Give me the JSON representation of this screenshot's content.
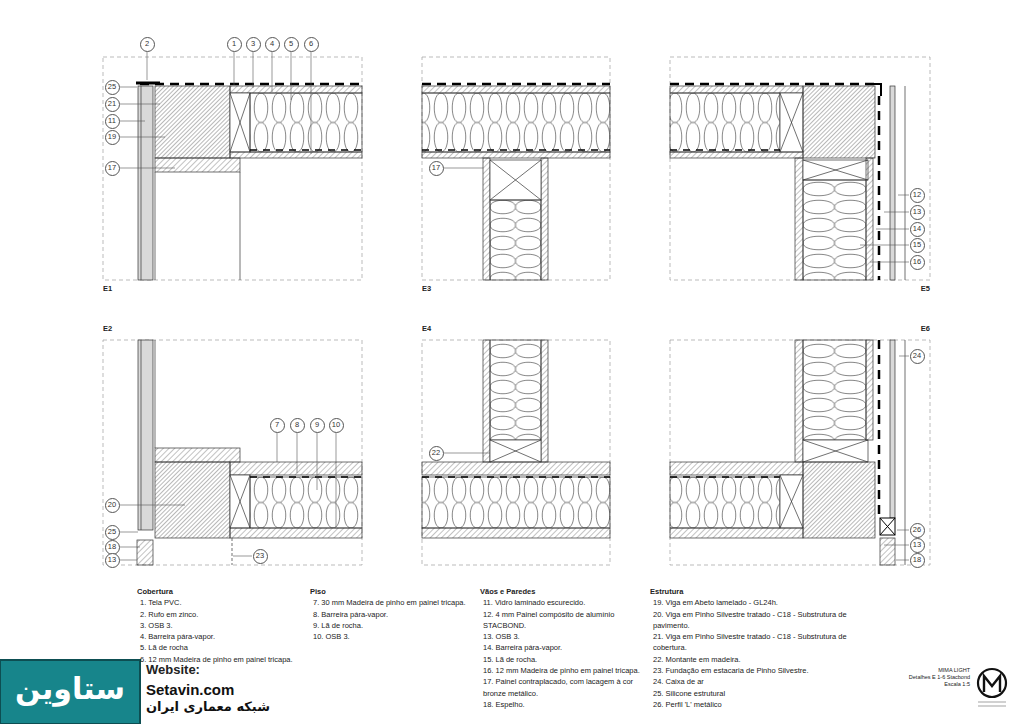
{
  "diagram": {
    "nodes": [
      {
        "text": [
          "2"
        ]
      },
      {
        "text": [
          "1"
        ]
      },
      {
        "text": [
          "3"
        ]
      },
      {
        "text": [
          "4"
        ]
      },
      {
        "text": [
          "5"
        ]
      },
      {
        "text": [
          "6"
        ]
      },
      {
        "text": [
          "25"
        ]
      },
      {
        "text": [
          "21"
        ]
      },
      {
        "text": [
          "11"
        ]
      },
      {
        "text": [
          "19"
        ]
      },
      {
        "text": [
          "17"
        ]
      },
      {
        "text": [
          "17"
        ]
      },
      {
        "text": [
          "12"
        ]
      },
      {
        "text": [
          "13"
        ]
      },
      {
        "text": [
          "14"
        ]
      },
      {
        "text": [
          "15"
        ]
      },
      {
        "text": [
          "16"
        ]
      },
      {
        "text": [
          "7"
        ]
      },
      {
        "text": [
          "8"
        ]
      },
      {
        "text": [
          "9"
        ]
      },
      {
        "text": [
          "10"
        ]
      },
      {
        "text": [
          "20"
        ]
      },
      {
        "text": [
          "25"
        ]
      },
      {
        "text": [
          "18"
        ]
      },
      {
        "text": [
          "13"
        ]
      },
      {
        "text": [
          "23"
        ]
      },
      {
        "text": [
          "22"
        ]
      },
      {
        "text": [
          "24"
        ]
      },
      {
        "text": [
          "26"
        ]
      },
      {
        "text": [
          "13"
        ]
      },
      {
        "text": [
          "18"
        ]
      }
    ],
    "labels": [
      "E1",
      "E3",
      "E5",
      "E2",
      "E4",
      "E6",
      "Cobertura",
      "1. Tela PVC.",
      "2. Rufo em zinco.",
      "3. OSB 3.",
      "4. Barreira pára-vapor.",
      "5. Lã de rocha",
      "6. 12 mm Madeira de pinho em painel tricapa.",
      "Piso",
      "7. 30 mm Madeira de pinho em painel tricapa.",
      "8. Barreira pára-vapor.",
      "9. Lã de rocha.",
      "10. OSB 3.",
      "Vãos e Paredes",
      "11. Vidro laminado escurecido.",
      "12. 4 mm Painel compósito de alumínio STACBOND.",
      "13. OSB 3.",
      "14. Barreira pára-vapor.",
      "15. Lã de rocha.",
      "16. 12 mm Madeira de pinho em painel tricapa.",
      "17. Painel contraplacado, com lacagem à cor bronze metálico.",
      "18. Espelho.",
      "Estrutura",
      "19. Viga em Abeto lamelado - GL24h.",
      "20. Viga em Pinho Silvestre tratado - C18 - Substrutura de pavimento.",
      "21. Viga em Pinho Silvestre tratado - C18 - Substrutura de cobertura.",
      "22. Montante em madeira.",
      "23. Fundação em estacaria de Pinho Silvestre.",
      "24. Caixa de ar",
      "25. Silicone estrutural",
      "26. Perfil 'L' metálico",
      "MIMA LIGHT",
      "Detalhes E 1-6 Stacbond",
      "Escala 1:5",
      "Website:",
      "Setavin.com",
      "شبکه معماری ایران",
      "ستاوین"
    ]
  }
}
